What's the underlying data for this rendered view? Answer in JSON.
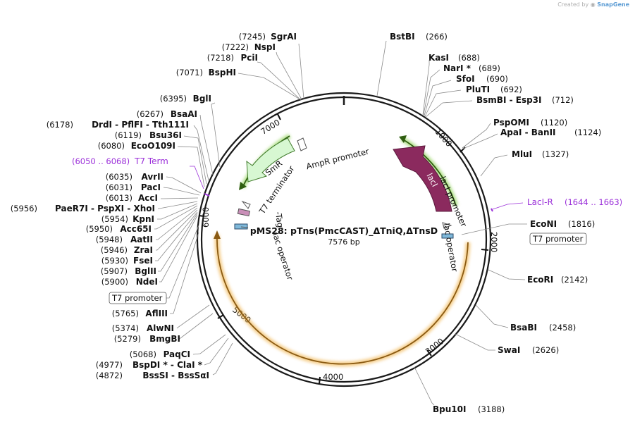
{
  "credit": {
    "prefix": "Created by",
    "brand": "SnapGene"
  },
  "plasmid": {
    "name": "pMS28: pTns(PmcCAST)_ΔTniQ,ΔTnsD",
    "length": "7576 bp"
  },
  "ruler": [
    "1000",
    "2000",
    "3000",
    "4000",
    "5000",
    "6000",
    "7000"
  ],
  "features": {
    "lacI": "lacI",
    "lacI_promoter": "lacI promoter",
    "lac_operator_right": "lac operator",
    "lac_operator_left": "lac operator",
    "SmR": "SmR",
    "AmpR_promoter": "AmpR promoter",
    "T7_terminator": "T7 terminator",
    "tag": "-Tag",
    "LacI_R": "LacI-R",
    "LacI_R_range": "(1644 .. 1663)",
    "T7_Term": "T7 Term",
    "T7_Term_range": "(6050 .. 6068)",
    "T7_promoter_right": "T7 promoter",
    "T7_promoter_left": "T7 promoter"
  },
  "sites_right": [
    {
      "name": "BstBI",
      "pos": "(266)"
    },
    {
      "name": "KasI",
      "pos": "(688)"
    },
    {
      "name": "NarI *",
      "pos": "(689)"
    },
    {
      "name": "SfoI",
      "pos": "(690)"
    },
    {
      "name": "PluTI",
      "pos": "(692)"
    },
    {
      "name": "BsmBI  -  Esp3I",
      "pos": "(712)"
    },
    {
      "name": "PspOMI",
      "pos": "(1120)"
    },
    {
      "name": "ApaI  -  BanII",
      "pos": "(1124)"
    },
    {
      "name": "MluI",
      "pos": "(1327)"
    },
    {
      "name": "EcoNI",
      "pos": "(1816)"
    },
    {
      "name": "EcoRI",
      "pos": "(2142)"
    },
    {
      "name": "BsaBI",
      "pos": "(2458)"
    },
    {
      "name": "SwaI",
      "pos": "(2626)"
    },
    {
      "name": "Bpu10I",
      "pos": "(3188)"
    }
  ],
  "sites_left": [
    {
      "name": "SgrAI",
      "pos": "(7245)"
    },
    {
      "name": "NspI",
      "pos": "(7222)"
    },
    {
      "name": "PciI",
      "pos": "(7218)"
    },
    {
      "name": "BspHI",
      "pos": "(7071)"
    },
    {
      "name": "BglI",
      "pos": "(6395)"
    },
    {
      "name": "BsaAI",
      "pos": "(6267)"
    },
    {
      "name": "DrdI  -  PflFI  -  Tth111I",
      "pos": "(6178)"
    },
    {
      "name": "Bsu36I",
      "pos": "(6119)"
    },
    {
      "name": "EcoO109I",
      "pos": "(6080)"
    },
    {
      "name": "AvrII",
      "pos": "(6035)"
    },
    {
      "name": "PacI",
      "pos": "(6031)"
    },
    {
      "name": "AccI",
      "pos": "(6013)"
    },
    {
      "name": "PaeR7I  -  PspXI  -  XhoI",
      "pos": "(5956)"
    },
    {
      "name": "KpnI",
      "pos": "(5954)"
    },
    {
      "name": "Acc65I",
      "pos": "(5950)"
    },
    {
      "name": "AatII",
      "pos": "(5948)"
    },
    {
      "name": "ZraI",
      "pos": "(5946)"
    },
    {
      "name": "FseI",
      "pos": "(5930)"
    },
    {
      "name": "BglII",
      "pos": "(5907)"
    },
    {
      "name": "NdeI",
      "pos": "(5900)"
    },
    {
      "name": "AflIII",
      "pos": "(5765)"
    },
    {
      "name": "AlwNI",
      "pos": "(5374)"
    },
    {
      "name": "BmgBI",
      "pos": "(5279)"
    },
    {
      "name": "PaqCI",
      "pos": "(5068)"
    },
    {
      "name": "BspDI *  -  ClaI *",
      "pos": "(4977)"
    },
    {
      "name": "BssSI  -  BssSαI",
      "pos": "(4872)"
    }
  ],
  "colors": {
    "backbone": "#1a1a1a",
    "lacI": "#8b2a5e",
    "SmR": "#d7f7d2",
    "orange": "#f0b24a",
    "green_glow": "#7fcc3f",
    "purple_label": "#9b30d9"
  }
}
